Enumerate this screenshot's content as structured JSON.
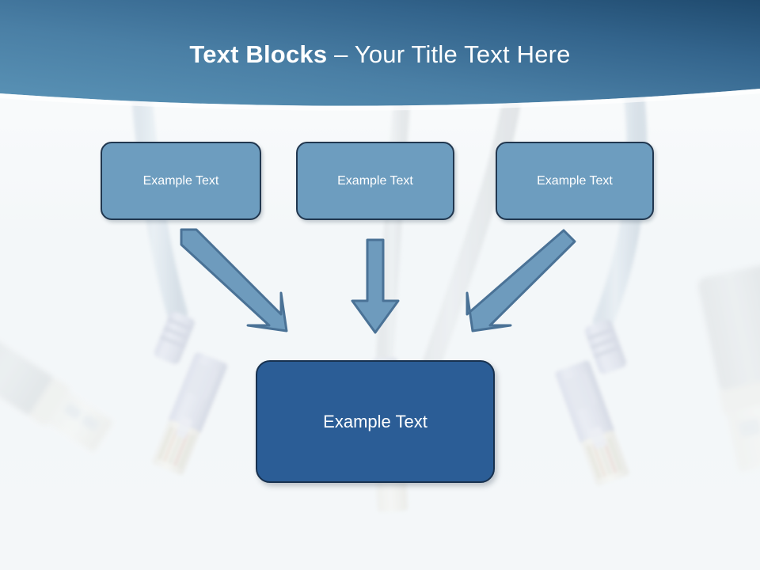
{
  "slide": {
    "title_bold": "Text Blocks",
    "title_separator": " – ",
    "title_light": "Your Title Text Here",
    "title_full": "Text Blocks – Your Title Text Here"
  },
  "theme": {
    "canvas_background": "#f4f7f9",
    "header_gradient_start": "#4e84aa",
    "header_gradient_end": "#1f4a6e",
    "top_box_fill": "#6d9dbf",
    "top_box_border": "#21374f",
    "bottom_box_fill": "#2b5d96",
    "bottom_box_border": "#17314f",
    "arrow_fill": "#6e9bbd",
    "arrow_border": "#4a7296",
    "text_color": "#ffffff"
  },
  "diagram": {
    "top_boxes": [
      {
        "label": "Example Text"
      },
      {
        "label": "Example Text"
      },
      {
        "label": "Example Text"
      }
    ],
    "bottom_box": {
      "label": "Example Text"
    },
    "arrows": [
      {
        "name": "arrow-left-diagonal",
        "direction": "down-right",
        "from_box": 1,
        "to_box": 4
      },
      {
        "name": "arrow-middle-vertical",
        "direction": "down",
        "from_box": 2,
        "to_box": 4
      },
      {
        "name": "arrow-right-diagonal",
        "direction": "down-left",
        "from_box": 3,
        "to_box": 4
      }
    ]
  },
  "background": {
    "description": "faded photograph of network patch cables with RJ45 and USB connectors"
  }
}
